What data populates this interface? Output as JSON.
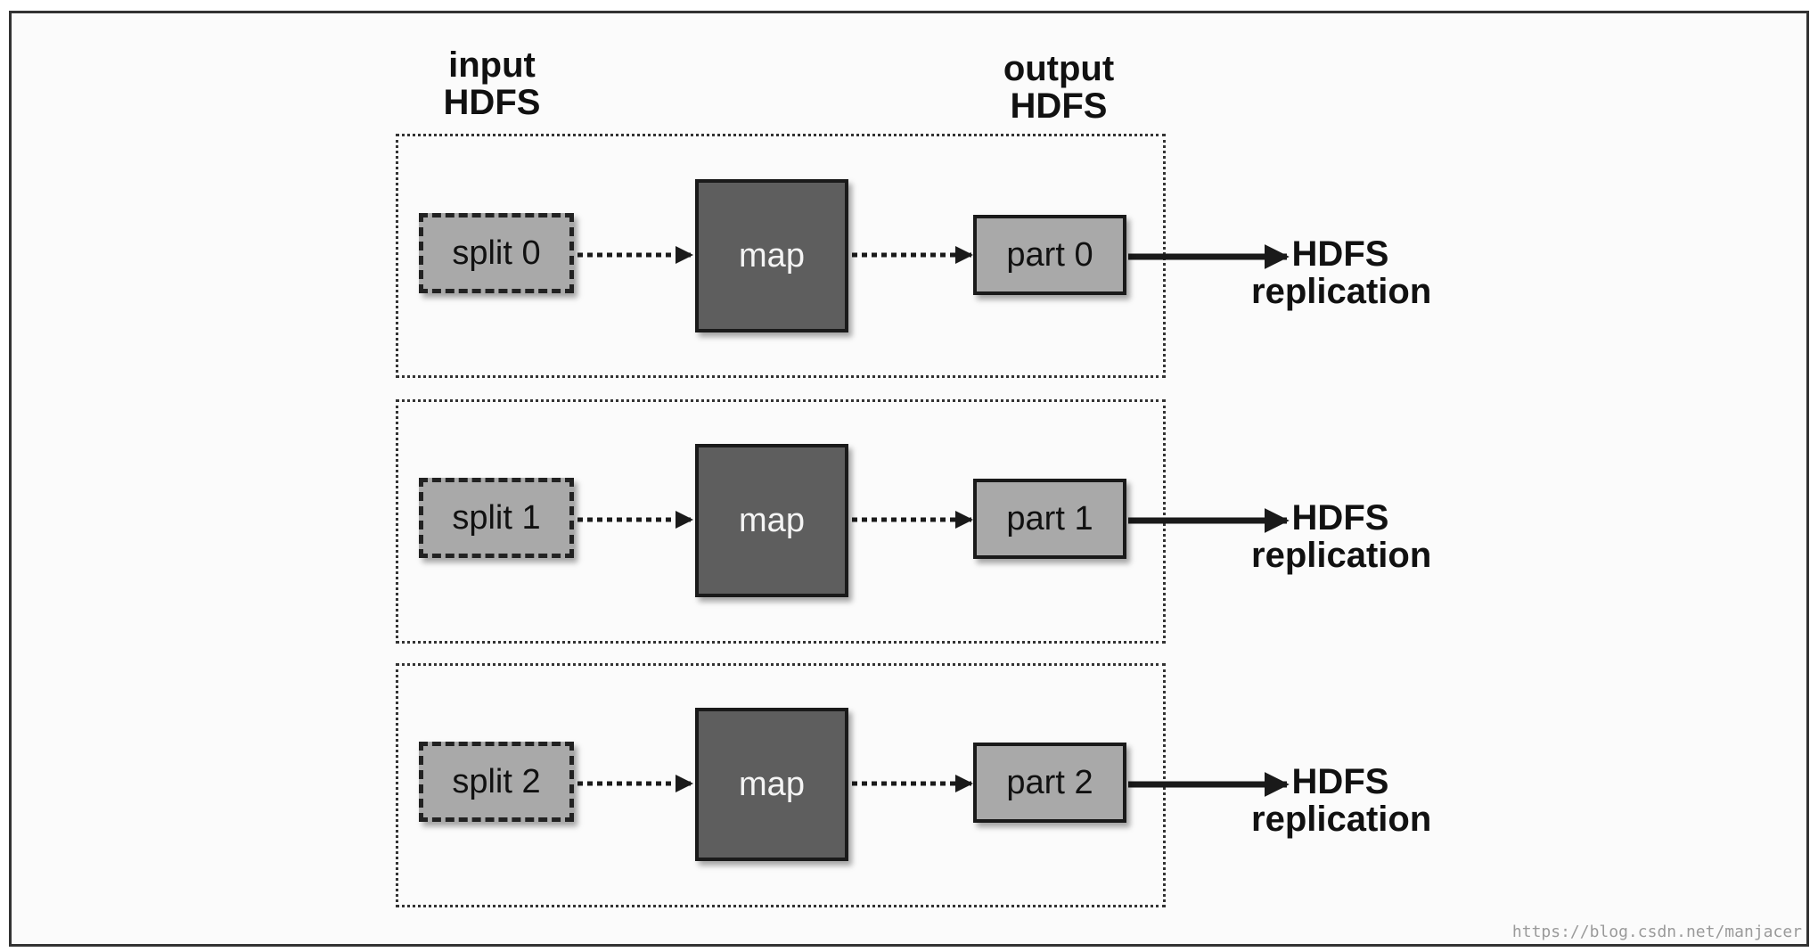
{
  "header": {
    "input_label_line1": "input",
    "input_label_line2": "HDFS",
    "output_label_line1": "output",
    "output_label_line2": "HDFS"
  },
  "rows": [
    {
      "split": "split 0",
      "map": "map",
      "part": "part 0",
      "target_line1": "HDFS",
      "target_line2": "replication"
    },
    {
      "split": "split 1",
      "map": "map",
      "part": "part 1",
      "target_line1": "HDFS",
      "target_line2": "replication"
    },
    {
      "split": "split 2",
      "map": "map",
      "part": "part 2",
      "target_line1": "HDFS",
      "target_line2": "replication"
    }
  ],
  "watermark": "https://blog.csdn.net/manjacer",
  "colors": {
    "split_fill": "#a9a9a9",
    "map_fill": "#5e5e5e",
    "part_fill": "#a9a9a9",
    "stroke": "#1a1a1a"
  }
}
